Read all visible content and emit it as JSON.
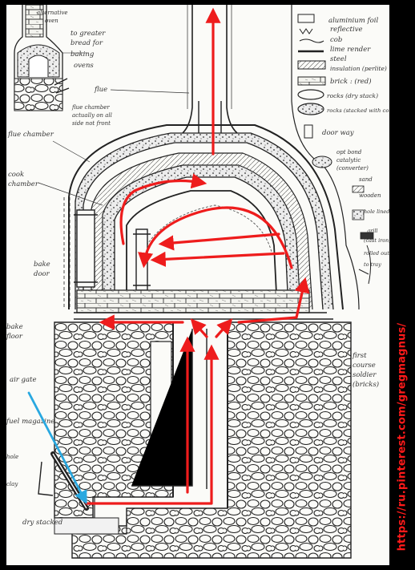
{
  "labels": {
    "aluminium_foil": "aluminium foil",
    "reflective": "reflective",
    "cob": "cob",
    "lime_render": "lime render",
    "steel": "steel",
    "insulation": "insulation (perlite)",
    "brick_red": "brick : (red)",
    "rocks_dry_stack": "rocks (dry stack)",
    "rocks_stacked_cob": "rocks (stacked with cob)",
    "door_way": "door way",
    "opt_bond": "opt bond",
    "catalytic": "catalytic",
    "converter": "(converter)",
    "sand": "sand",
    "wooden": "wooden",
    "hole_lined_clay": "hole lined w/ clay",
    "grill_label": "grill",
    "grill_cast_iron": "(cast iron)",
    "rolled_out": "rolled out",
    "to_tray": "to tray",
    "flue": "flue",
    "flue_chamber": "flue chamber",
    "flue_chamber_note_1": "flue chamber",
    "flue_chamber_note_2": "actually on all",
    "flue_chamber_note_3": "side not front",
    "cook_chamber_1": "cook",
    "cook_chamber_2": "chamber",
    "bake_door_1": "bake",
    "bake_door_2": "door",
    "bake_floor_1": "bake",
    "bake_floor_2": "floor",
    "first_course_1": "first",
    "first_course_2": "course",
    "first_course_3": "soldier",
    "first_course_4": "(bricks)",
    "air_gate": "air gate",
    "fuel_magazine": "fuel magazine",
    "dry_stacked": "dry stacked",
    "top_note_1": "alternative",
    "top_note_2": "oven",
    "top_note_3": "to greater",
    "top_note_4": "bread for",
    "top_note_5": "baking",
    "top_note_6": "ovens",
    "bottom_left_1": "hole",
    "bottom_left_2": "clay"
  },
  "watermark": "https://ru.pinterest.com/gregmagnus/",
  "colors": {
    "flow_arrow": "#ee1c1c",
    "air_arrow": "#29a8e0",
    "ink": "#1c1c1c",
    "paper": "#fbfbf8"
  }
}
